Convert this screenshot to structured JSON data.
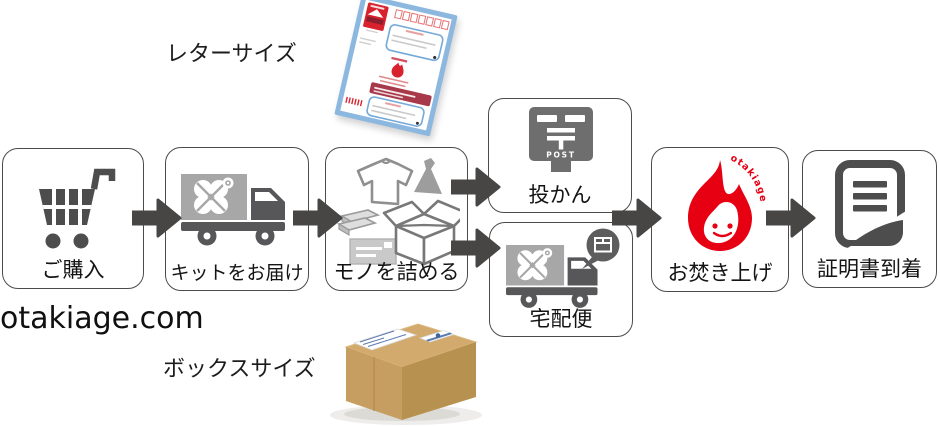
{
  "brand": {
    "site_text": "otakiage.com"
  },
  "annotations": {
    "letter_size_label": "レターサイズ",
    "box_size_label": "ボックスサイズ"
  },
  "flow": {
    "steps": [
      {
        "label": "ご購入",
        "icon": "shopping-cart-icon"
      },
      {
        "label": "キットをお届け",
        "icon": "delivery-truck-icon"
      },
      {
        "label": "モノを詰める",
        "icon": "packing-items-icon"
      },
      {
        "label": "投かん",
        "icon": "post-box-icon",
        "post_text": "POST",
        "postal_mark": "〒"
      },
      {
        "label": "宅配便",
        "icon": "courier-truck-icon"
      },
      {
        "label": "お焚き上げ",
        "icon": "otakiage-flame-logo",
        "logo_text": "otakiage"
      },
      {
        "label": "証明書到着",
        "icon": "certificate-document-icon"
      }
    ]
  },
  "colors": {
    "accent_red": "#e60012",
    "icon_dark_gray": "#4d4d4d",
    "arrow_gray": "#474645",
    "cargo_light_gray": "#a7a7a7",
    "mailbox_gray": "#6e6e6e",
    "letter_blue": "#8cb8e0",
    "cardboard_tan": "#c79e61"
  }
}
